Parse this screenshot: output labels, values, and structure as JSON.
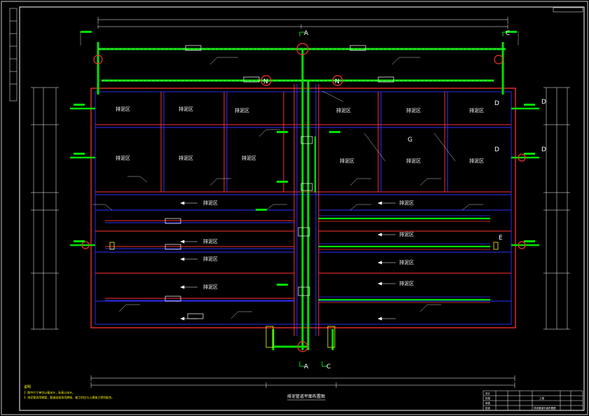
{
  "drawing": {
    "zones": {
      "upper_left": [
        "排泥区",
        "排泥区",
        "排泥区"
      ],
      "mid_left": [
        "排泥区",
        "排泥区",
        "排泥区"
      ],
      "lower_left": [
        "排泥区",
        "排泥区",
        "排泥区",
        "排泥区"
      ],
      "upper_right": [
        "排泥区",
        "排泥区",
        "排泥区"
      ],
      "mid_right": [
        "排泥区",
        "排泥区",
        "排泥区"
      ],
      "lower_right": [
        "排泥区",
        "排泥区",
        "排泥区",
        "排泥区"
      ]
    },
    "section_marks": {
      "a_top": "A",
      "c_top": "C",
      "d_upper": "D",
      "d_mid": "D",
      "e_mark": "E",
      "g_mark": "G",
      "a_bottom": "A",
      "c_bottom": "C",
      "n_left": "N",
      "n_right": "N"
    },
    "drawing_title": "排泥管道平面布置图",
    "notes_header": "说明",
    "notes_lines": [
      "1. 图中尺寸单位以毫米计，标高以米计。",
      "2. 排泥管采用钢管，管道连接采用焊接，施工时应与土建施工密切配合。"
    ],
    "title_block": {
      "rows": [
        "设计",
        "校核",
        "审核",
        "批准"
      ],
      "project": "工程",
      "sheet": "排泥管道平面布置图"
    }
  }
}
